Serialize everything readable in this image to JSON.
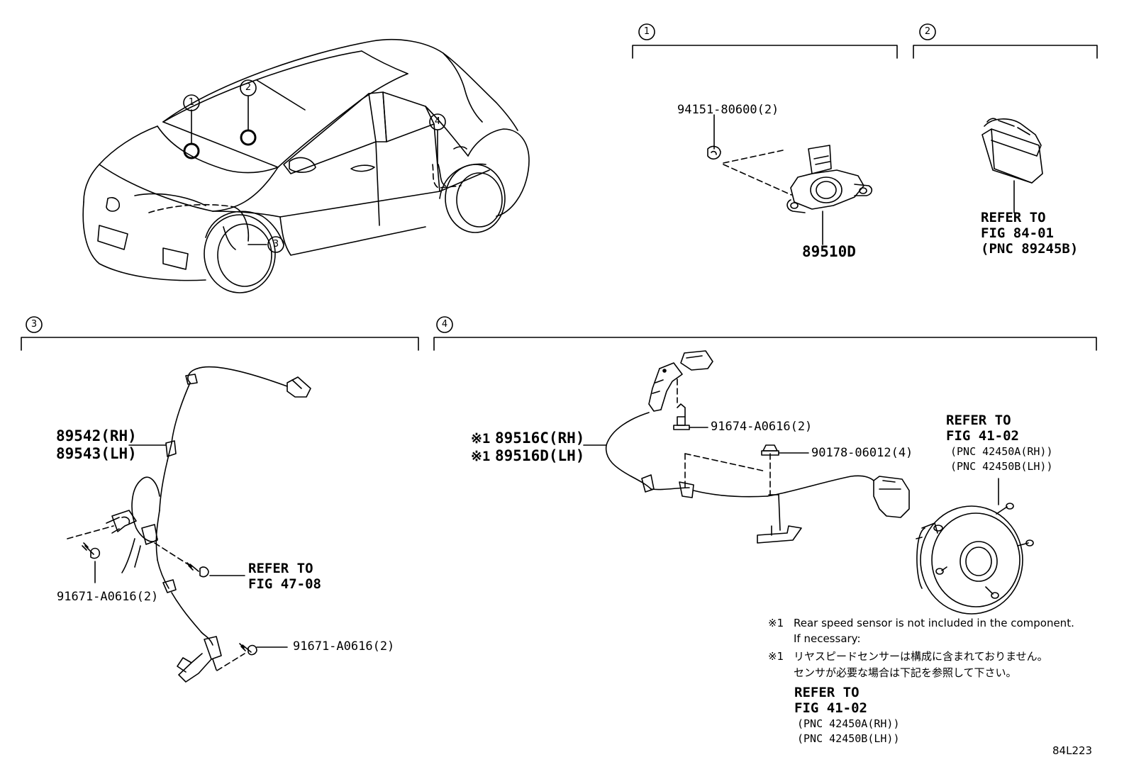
{
  "callouts": {
    "one": "1",
    "two": "2",
    "three": "3",
    "four": "4"
  },
  "section1": {
    "bolt": "94151-80600(2)",
    "sensor": "89510D"
  },
  "section2": {
    "refer": "REFER TO",
    "fig": "FIG 84-01",
    "pnc": "(PNC 89245B)"
  },
  "section3": {
    "sensor_rh": "89542(RH)",
    "sensor_lh": "89543(LH)",
    "bolt_a": "91671-A0616(2)",
    "refer": "REFER TO",
    "fig": "FIG 47-08",
    "bolt_b": "91671-A0616(2)"
  },
  "section4": {
    "mark": "※1",
    "sensor_rh": "89516C(RH)",
    "sensor_lh": "89516D(LH)",
    "bolt": "91674-A0616(2)",
    "nut": "90178-06012(4)",
    "refer": "REFER TO",
    "fig": "FIG 41-02",
    "pnc_rh": "(PNC 42450A(RH))",
    "pnc_lh": "(PNC 42450B(LH))"
  },
  "notes": {
    "en_mark": "※1",
    "en_line1": "Rear speed sensor is not included in the component.",
    "en_line2": "If necessary:",
    "jp_mark": "※1",
    "jp_line1": "リヤスピードセンサーは構成に含まれておりません。",
    "jp_line2": "センサが必要な場合は下記を参照して下さい。",
    "refer": "REFER TO",
    "fig": "FIG 41-02",
    "pnc_rh": "(PNC 42450A(RH))",
    "pnc_lh": "(PNC 42450B(LH))"
  },
  "figure_code": "84L223"
}
